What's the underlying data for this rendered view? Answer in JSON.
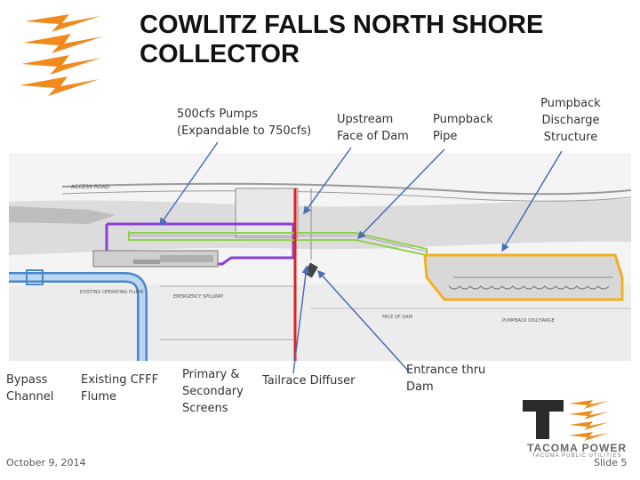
{
  "slide": {
    "title": "COWLITZ FALLS NORTH SHORE COLLECTOR",
    "date": "October 9, 2014",
    "slide_number": "Slide 5"
  },
  "callouts": {
    "pumps_line1": "500cfs Pumps",
    "pumps_line2": "(Expandable to 750cfs)",
    "upstream_line1": "Upstream",
    "upstream_line2": "Face of Dam",
    "pumpback_pipe_line1": "Pumpback",
    "pumpback_pipe_line2": "Pipe",
    "discharge_line1": "Pumpback",
    "discharge_line2": "Discharge",
    "discharge_line3": "Structure",
    "bypass_line1": "Bypass",
    "bypass_line2": "Channel",
    "flume_line1": "Existing CFFF",
    "flume_line2": "Flume",
    "screens_line1": "Primary &",
    "screens_line2": "Secondary",
    "screens_line3": "Screens",
    "diffuser": "Tailrace Diffuser",
    "entrance_line1": "Entrance thru",
    "entrance_line2": "Dam"
  },
  "drawing_labels": {
    "access_road": "ACCESS ROAD",
    "emergency_spillway": "EMERGENCY SPILLWAY",
    "existing_flume": "EXISTING OPERATING FLUME",
    "face_of_dam": "FACE OF DAM",
    "pumpback_discharge": "PUMPBACK DISCHARGE"
  },
  "branding": {
    "logo_letter": "T",
    "company": "TACOMA POWER",
    "tagline": "TACOMA PUBLIC UTILITIES"
  },
  "colors": {
    "bolt_orange": "#f08a1c",
    "collector_purple": "#8a3fd6",
    "pipe_green": "#8fd14f",
    "discharge_orange": "#f2b01e",
    "bypass_blue": "#4a86c8",
    "dam_red": "#e02020"
  }
}
